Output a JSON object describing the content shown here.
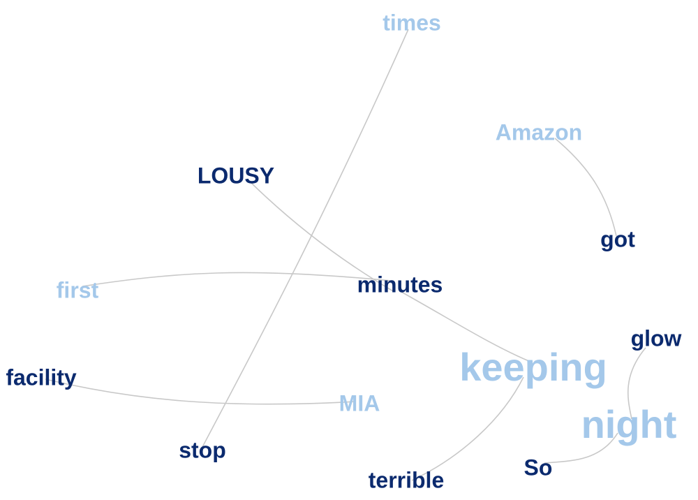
{
  "colors": {
    "dark": "#0b2a6e",
    "light": "#a4c8ea",
    "edge": "#c8c8c8"
  },
  "words": [
    {
      "id": "times",
      "label": "times",
      "tone": "light",
      "weight": 1
    },
    {
      "id": "amazon",
      "label": "Amazon",
      "tone": "light",
      "weight": 1
    },
    {
      "id": "lousy",
      "label": "LOUSY",
      "tone": "dark",
      "weight": 1
    },
    {
      "id": "got",
      "label": "got",
      "tone": "dark",
      "weight": 1
    },
    {
      "id": "first",
      "label": "first",
      "tone": "light",
      "weight": 1
    },
    {
      "id": "minutes",
      "label": "minutes",
      "tone": "dark",
      "weight": 1
    },
    {
      "id": "glow",
      "label": "glow",
      "tone": "dark",
      "weight": 1
    },
    {
      "id": "facility",
      "label": "facility",
      "tone": "dark",
      "weight": 1
    },
    {
      "id": "keeping",
      "label": "keeping",
      "tone": "light",
      "weight": 2
    },
    {
      "id": "mia",
      "label": "MIA",
      "tone": "light",
      "weight": 1
    },
    {
      "id": "night",
      "label": "night",
      "tone": "light",
      "weight": 2
    },
    {
      "id": "stop",
      "label": "stop",
      "tone": "dark",
      "weight": 1
    },
    {
      "id": "so",
      "label": "So",
      "tone": "dark",
      "weight": 1
    },
    {
      "id": "terrible",
      "label": "terrible",
      "tone": "dark",
      "weight": 1
    }
  ],
  "edges": [
    {
      "from": "times",
      "to": "stop"
    },
    {
      "from": "amazon",
      "to": "got"
    },
    {
      "from": "lousy",
      "to": "minutes"
    },
    {
      "from": "first",
      "to": "minutes"
    },
    {
      "from": "minutes",
      "to": "keeping"
    },
    {
      "from": "keeping",
      "to": "terrible"
    },
    {
      "from": "facility",
      "to": "mia"
    },
    {
      "from": "glow",
      "to": "night"
    },
    {
      "from": "night",
      "to": "so"
    }
  ]
}
